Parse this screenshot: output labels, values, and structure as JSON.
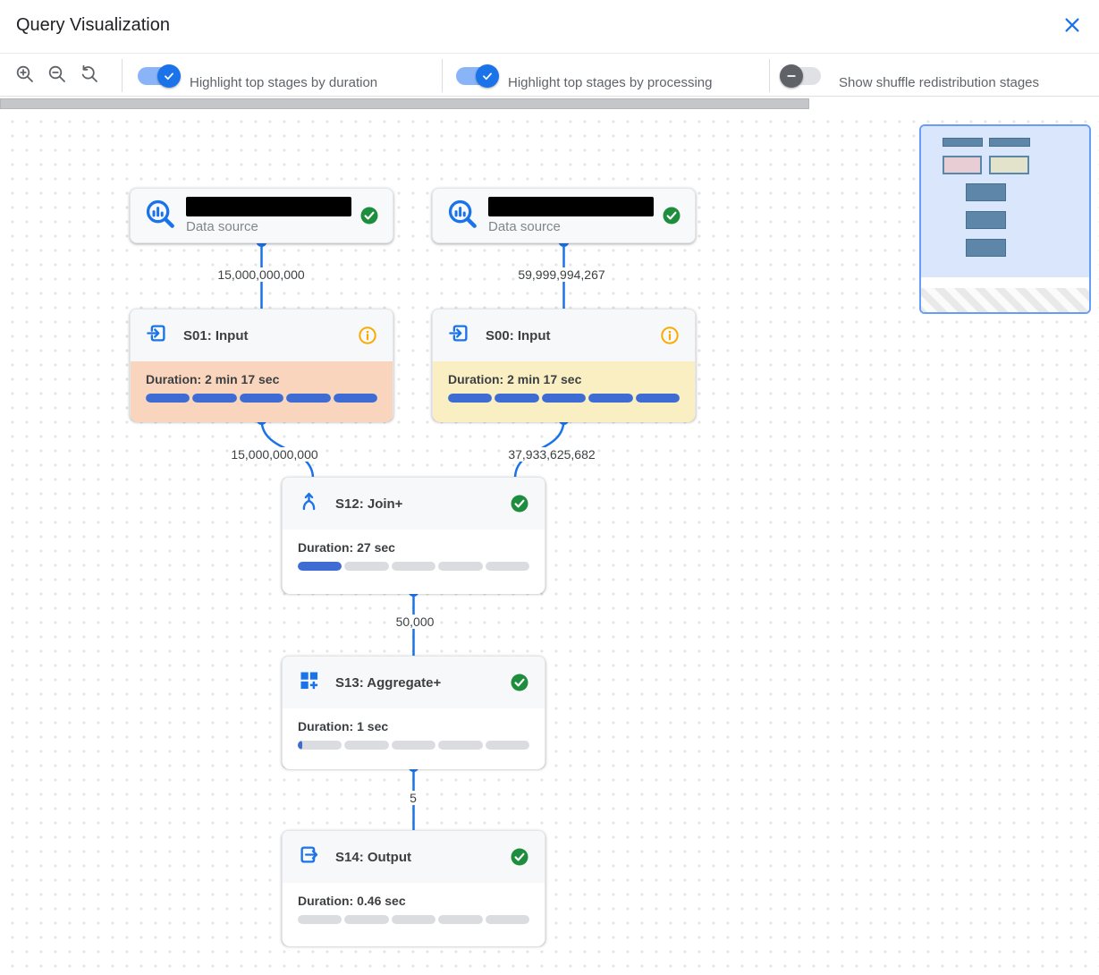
{
  "dialog": {
    "title": "Query Visualization"
  },
  "toolbar": {
    "zoom_controls": [
      {
        "name": "zoom-in"
      },
      {
        "name": "zoom-out"
      },
      {
        "name": "zoom-reset"
      }
    ],
    "toggles": [
      {
        "label": "Highlight top stages by duration",
        "state": "on"
      },
      {
        "label": "Highlight top stages by processing",
        "state": "on"
      },
      {
        "label": "Show shuffle redistribution stages",
        "state": "off"
      }
    ]
  },
  "graph": {
    "nodes": [
      {
        "id": "ds1",
        "kind": "data_source",
        "label": "Data source",
        "status": "completed",
        "name_redacted": true
      },
      {
        "id": "ds2",
        "kind": "data_source",
        "label": "Data source",
        "status": "completed",
        "name_redacted": true
      },
      {
        "id": "S01",
        "title": "S01: Input",
        "duration": "Duration: 2 min 17 sec",
        "progress_pct": 100,
        "highlight": "top-duration",
        "status": "info"
      },
      {
        "id": "S00",
        "title": "S00: Input",
        "duration": "Duration: 2 min 17 sec",
        "progress_pct": 100,
        "highlight": "top-processing",
        "status": "info"
      },
      {
        "id": "S12",
        "title": "S12: Join+",
        "duration": "Duration: 27 sec",
        "progress_pct": 20,
        "status": "completed"
      },
      {
        "id": "S13",
        "title": "S13: Aggregate+",
        "duration": "Duration: 1 sec",
        "progress_pct": 2,
        "status": "completed"
      },
      {
        "id": "S14",
        "title": "S14: Output",
        "duration": "Duration: 0.46 sec",
        "progress_pct": 0,
        "status": "completed"
      }
    ],
    "edges": [
      {
        "from": "ds1",
        "to": "S01",
        "rows": "15,000,000,000"
      },
      {
        "from": "ds2",
        "to": "S00",
        "rows": "59,999,994,267"
      },
      {
        "from": "S01",
        "to": "S12",
        "rows": "15,000,000,000"
      },
      {
        "from": "S00",
        "to": "S12",
        "rows": "37,933,625,682"
      },
      {
        "from": "S12",
        "to": "S13",
        "rows": "50,000"
      },
      {
        "from": "S13",
        "to": "S14",
        "rows": "5"
      }
    ]
  },
  "colors": {
    "accent_blue": "#1a73e8",
    "progress_blue": "#3f6cd3",
    "success_green": "#1e8e3e",
    "warning_orange": "#f9ab00",
    "highlight_duration_bg": "#fad5bd",
    "highlight_processing_bg": "#faeec3",
    "minimap_viewport": "#d9e6fc",
    "minimap_node": "#5e86a9"
  }
}
